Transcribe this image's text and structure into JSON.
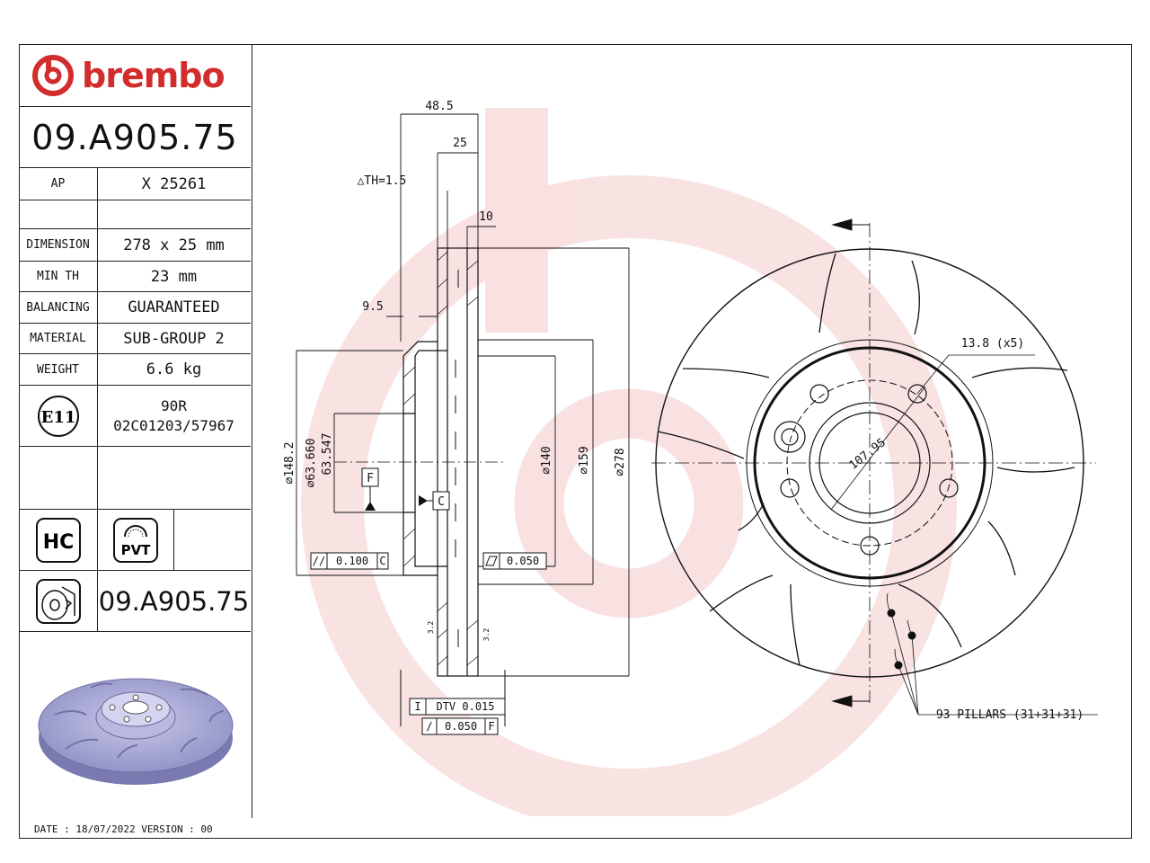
{
  "brand": {
    "name": "brembo",
    "color": "#d32c2c"
  },
  "part_number": "09.A905.75",
  "specs": [
    {
      "label": "AP",
      "value": "X 25261"
    },
    {
      "label": "",
      "value": ""
    },
    {
      "label": "DIMENSION",
      "value": "278 x 25 mm"
    },
    {
      "label": "MIN TH",
      "value": "23 mm"
    },
    {
      "label": "BALANCING",
      "value": "GUARANTEED"
    },
    {
      "label": "MATERIAL",
      "value": "SUB-GROUP 2"
    },
    {
      "label": "WEIGHT",
      "value": "6.6 kg"
    }
  ],
  "certification": {
    "mark": "E11",
    "line1": "90R",
    "line2": "02C01203/57967"
  },
  "badges": {
    "hc": "HC",
    "pvt": "PVT"
  },
  "bottom_part_number": "09.A905.75",
  "footer": "DATE : 18/07/2022 VERSION : 00",
  "dimensions": {
    "width_total": "48.5",
    "thickness": "25",
    "th_tolerance": "△TH=1.5",
    "offset": "10",
    "hat_wall": "9.5",
    "d148": "⌀148.2",
    "d63_660": "⌀63.660",
    "d63_547": "63.547",
    "d140": "⌀140",
    "d159": "⌀159",
    "d278": "⌀278",
    "datum_f": "F",
    "datum_c": "C",
    "parallelism": "0.100",
    "parallelism_ref": "C",
    "flatness": "0.050",
    "dtv": "DTV 0.015",
    "runout": "0.050",
    "runout_ref": "F",
    "groove_depth": "3.2",
    "holes": "13.8 (x5)",
    "pcd": "107.95",
    "pillars": "93 PILLARS (31+31+31)"
  }
}
